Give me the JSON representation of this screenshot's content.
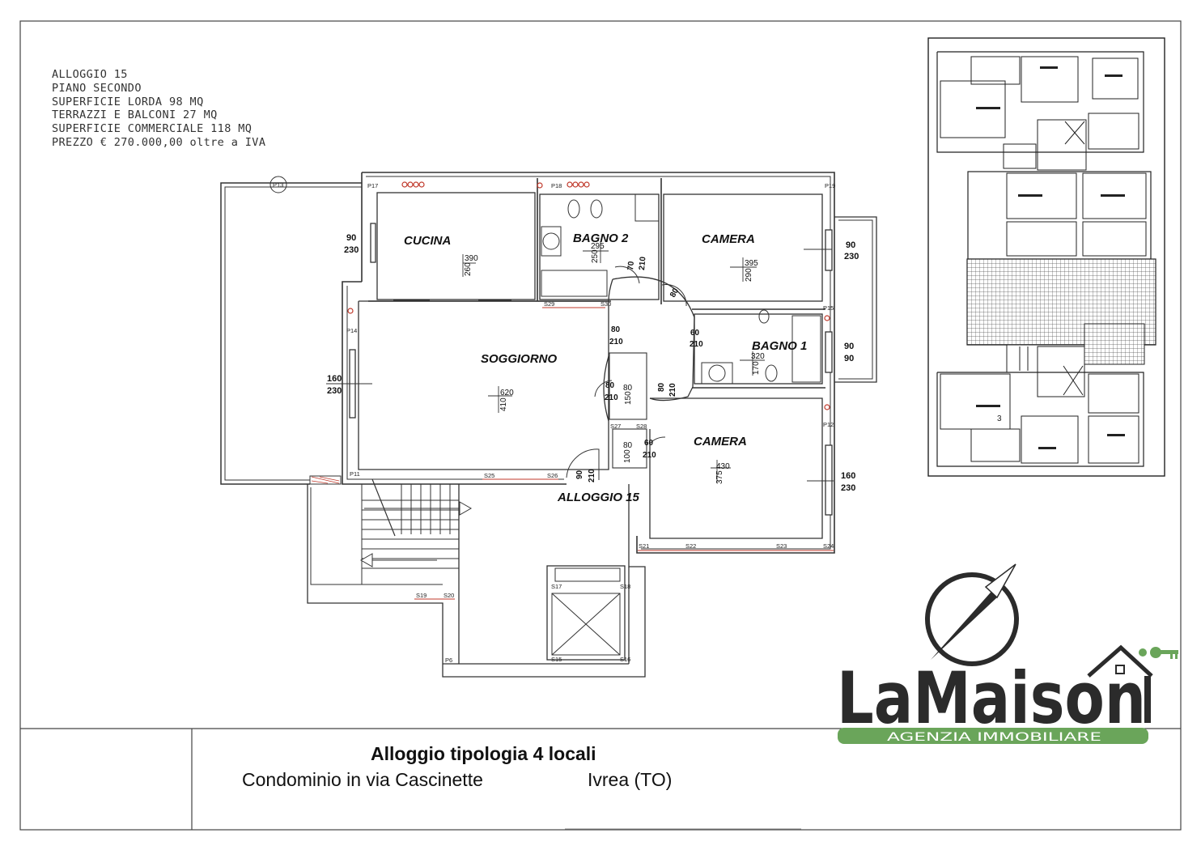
{
  "apartment_info": {
    "lines": [
      "ALLOGGIO 15",
      "PIANO SECONDO",
      "SUPERFICIE LORDA 98 MQ",
      "TERRAZZI E BALCONI 27 MQ",
      "SUPERFICIE COMMERCIALE 118 MQ",
      "PREZZO € 270.000,00 oltre a IVA"
    ]
  },
  "rooms": {
    "cucina": {
      "name": "CUCINA",
      "w": "390",
      "h": "260"
    },
    "bagno2": {
      "name": "BAGNO 2",
      "w": "295",
      "h": "250"
    },
    "camera_top": {
      "name": "CAMERA",
      "w": "395",
      "h": "290"
    },
    "bagno1": {
      "name": "BAGNO 1",
      "w": "320",
      "h": "170"
    },
    "soggiorno": {
      "name": "SOGGIORNO",
      "w": "620",
      "h": "410"
    },
    "camera_bottom": {
      "name": "CAMERA",
      "w": "430",
      "h": "375"
    }
  },
  "unit_label": "ALLOGGIO 15",
  "openings": {
    "cucina_win": {
      "w": "90",
      "h": "230"
    },
    "camera_top_win": {
      "w": "90",
      "h": "230"
    },
    "bagno1_win": {
      "w": "90",
      "h": "90"
    },
    "soggiorno_win": {
      "w": "160",
      "h": "230"
    },
    "camera_bottom_win": {
      "w": "160",
      "h": "230"
    },
    "door_bagno2": {
      "w": "70",
      "h": "210"
    },
    "door_sogg_top": {
      "w": "80",
      "h": "210"
    },
    "door_camera_top": {
      "w": "80",
      "h": "210"
    },
    "door_sogg_mid": {
      "w": "80",
      "h": "210"
    },
    "door_disimpegno": {
      "w": "80",
      "h": "210"
    },
    "door_camera_bot": {
      "w": "60",
      "h": "210"
    },
    "door_entry": {
      "w": "90",
      "h": "210"
    },
    "niche1": {
      "w": "80",
      "h": "150"
    },
    "niche2": {
      "w": "80",
      "h": "100"
    },
    "door_bagno1": {
      "w": "60",
      "h": "210"
    }
  },
  "pillars": {
    "p13": "P13",
    "p17": "P17",
    "p18": "P18",
    "p19": "P19",
    "p14": "P14",
    "p15": "P15",
    "p12": "P12",
    "p11": "P11",
    "p6": "P6"
  },
  "wall_marks": {
    "s29": "S29",
    "s30": "S30",
    "s27": "S27",
    "s28": "S28",
    "s25": "S25",
    "s26": "S26",
    "s21": "S21",
    "s22": "S22",
    "s23": "S23",
    "s24": "S24",
    "s19": "S19",
    "s20": "S20",
    "s17": "S17",
    "s18": "S18",
    "s15": "S15",
    "s16": "S16"
  },
  "title_block": {
    "title": "Alloggio tipologia 4 locali",
    "address": "Condominio in via Cascinette",
    "city": "Ivrea (TO)"
  },
  "logo": {
    "brand": "LaMaison",
    "tagline": "AGENZIA IMMOBILIARE",
    "colors": {
      "dark": "#2b2b2b",
      "green": "#6aa55a"
    }
  },
  "key_plan": {
    "marker": "3"
  }
}
